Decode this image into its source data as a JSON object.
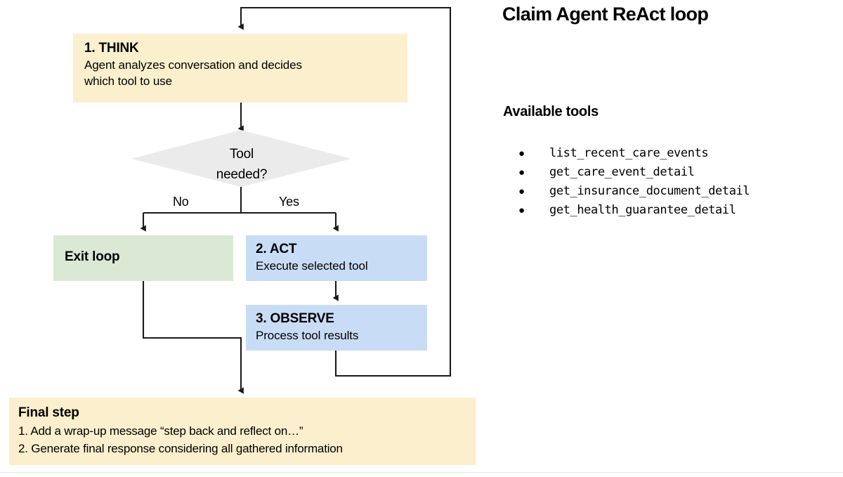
{
  "panel": {
    "title": "Claim Agent ReAct loop",
    "tools_heading": "Available tools",
    "tools": [
      "list_recent_care_events",
      "get_care_event_detail",
      "get_insurance_document_detail",
      "get_health_guarantee_detail"
    ],
    "bullet_glyph": "●"
  },
  "flow": {
    "think": {
      "title": "1. THINK",
      "body_line1": "Agent analyzes conversation and decides",
      "body_line2": "which tool to use"
    },
    "decision": {
      "line1": "Tool",
      "line2": "needed?",
      "branch_no": "No",
      "branch_yes": "Yes"
    },
    "exit": {
      "title": "Exit loop"
    },
    "act": {
      "title": "2. ACT",
      "body": "Execute selected tool"
    },
    "observe": {
      "title": "3. OBSERVE",
      "body": "Process tool results"
    },
    "final": {
      "title": "Final step",
      "step1": "1. Add a wrap-up message “step back and reflect on…”",
      "step2": "2. Generate final response considering all gathered information"
    }
  },
  "colors": {
    "think_fill": "#fcefcd",
    "final_fill": "#fcefcd",
    "decision_fill": "#ebebeb",
    "exit_fill": "#dbe8d4",
    "act_fill": "#c9dcf5",
    "observe_fill": "#c9dcf5",
    "connector": "#1a1a1a",
    "background": "#ffffff"
  }
}
